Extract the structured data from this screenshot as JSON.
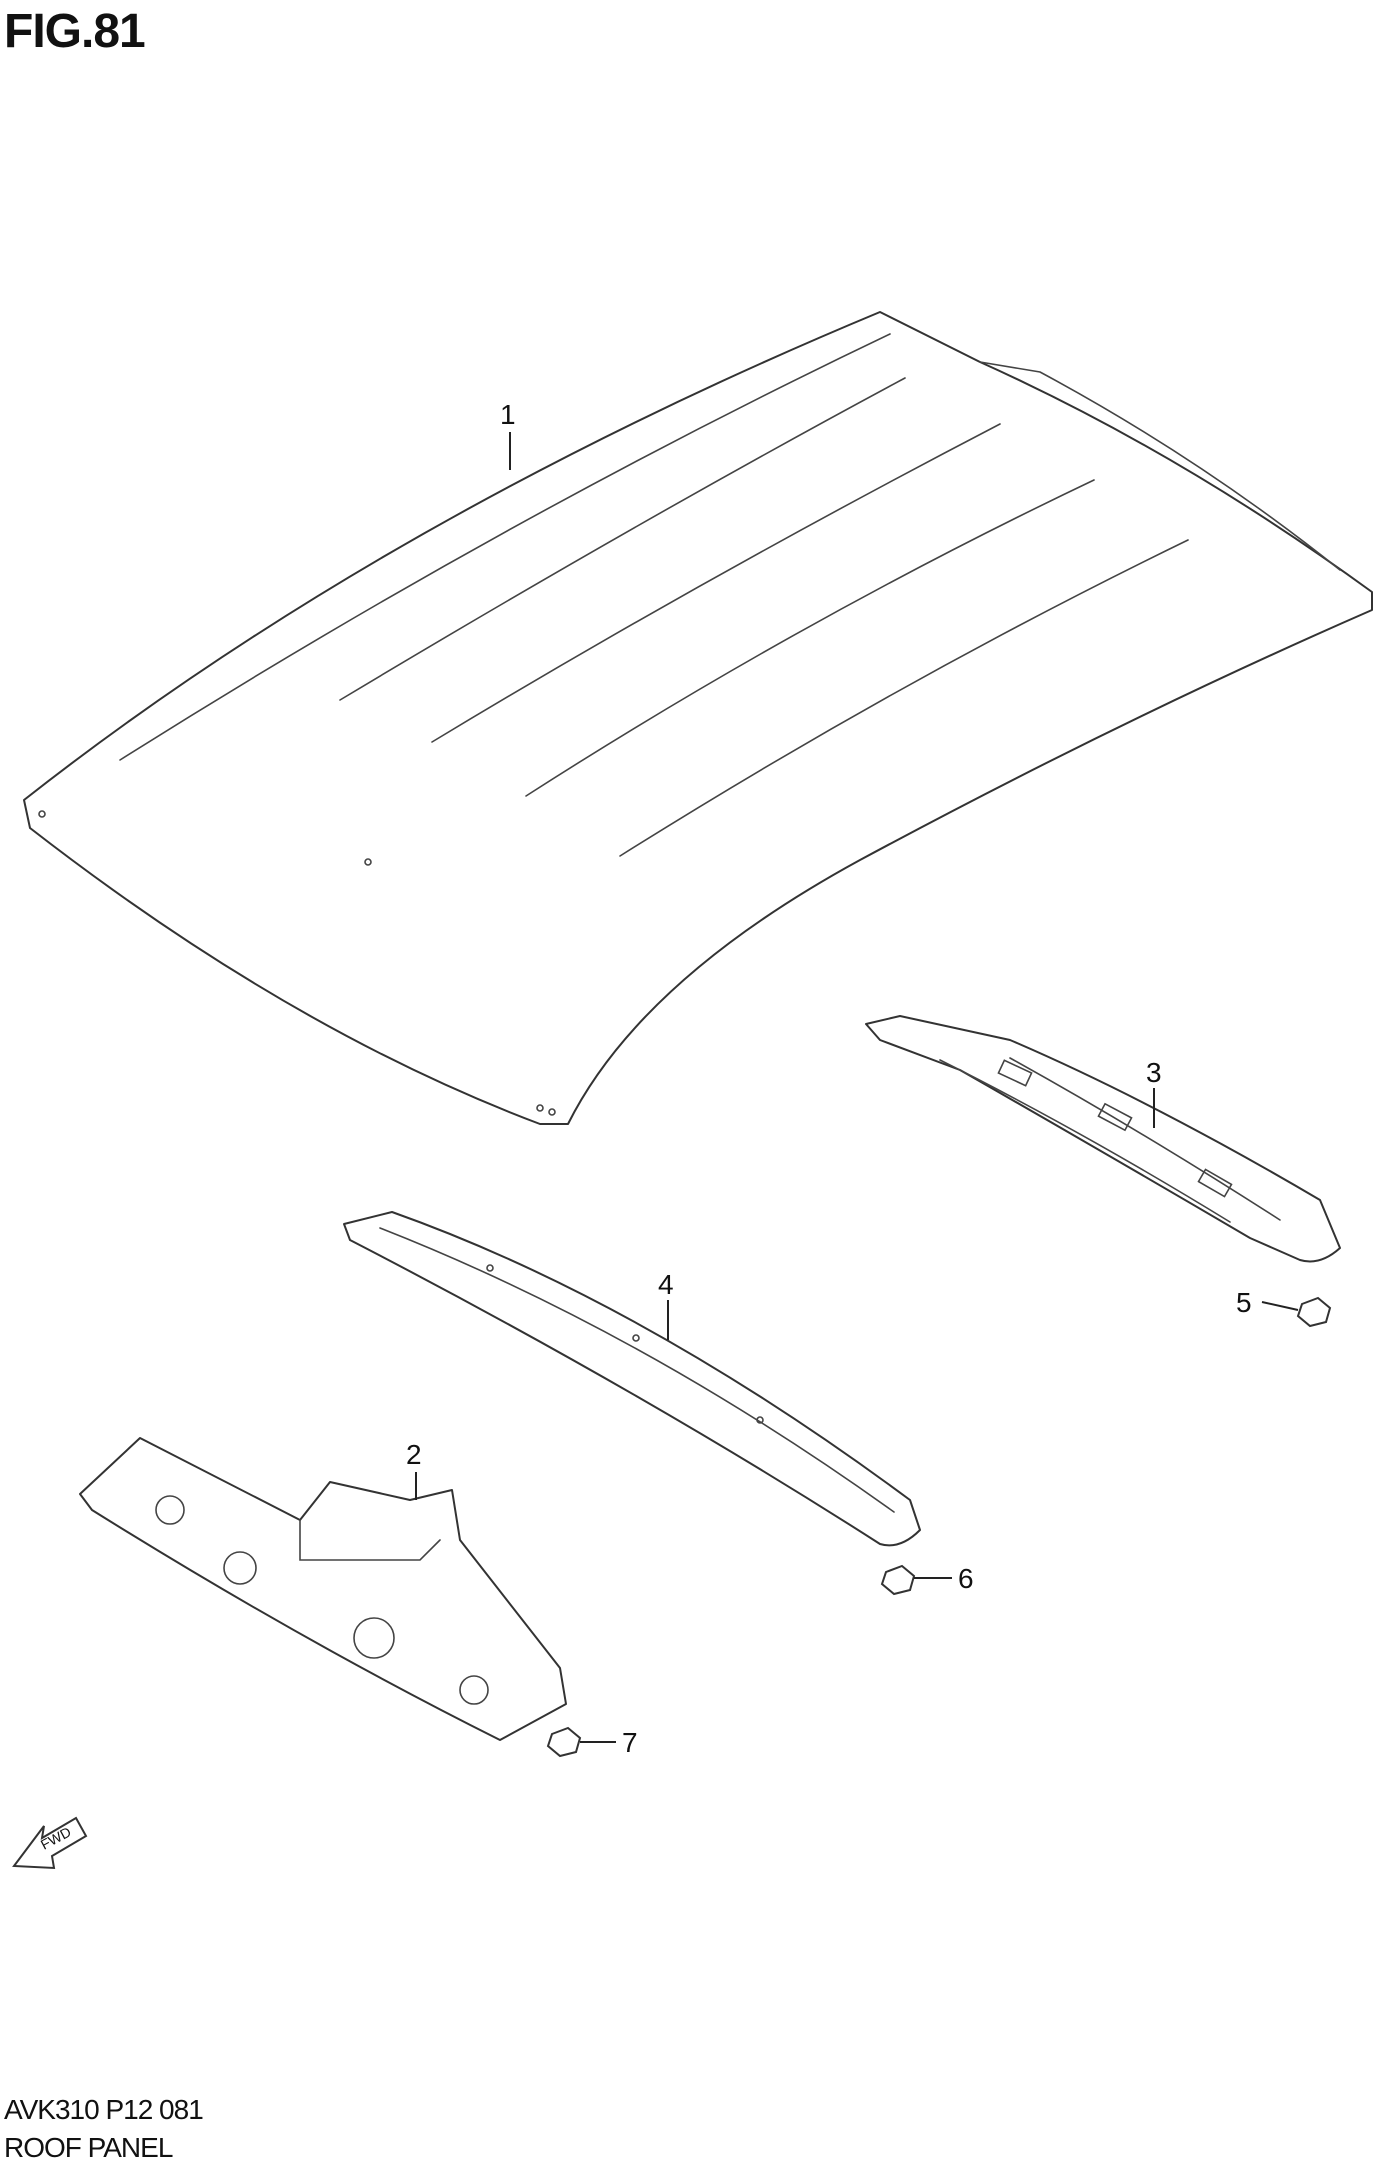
{
  "header": {
    "figure_title": "FIG.81"
  },
  "footer": {
    "catalog_code": "AVK310 P12 081",
    "section_name": "ROOF PANEL"
  },
  "fwd_arrow": {
    "label": "FWD",
    "icon": "fwd-arrow-icon"
  },
  "callouts": [
    "1",
    "2",
    "3",
    "4",
    "5",
    "6",
    "7"
  ]
}
